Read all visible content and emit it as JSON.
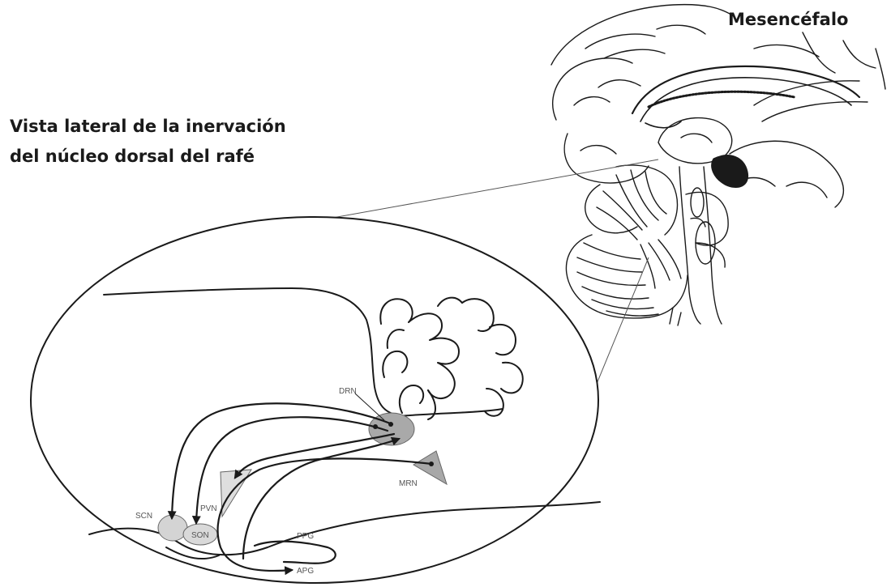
{
  "title": {
    "line1": "Vista lateral de la inervación",
    "line2": "del núcleo dorsal del rafé"
  },
  "brain_label": "Mesencéfalo",
  "nuclei": {
    "drn": "DRN",
    "mrn": "MRN",
    "scn": "SCN",
    "pvn": "PVN",
    "son": "SON",
    "ppg": "PPG",
    "apg": "APG"
  },
  "colors": {
    "stroke": "#1a1a1a",
    "drn_fill": "#a9a9a9",
    "mrn_fill": "#a8a8a8",
    "scn_fill": "#d4d4d4",
    "son_fill": "#d9d9d9",
    "pvn_fill": "#dedede"
  }
}
